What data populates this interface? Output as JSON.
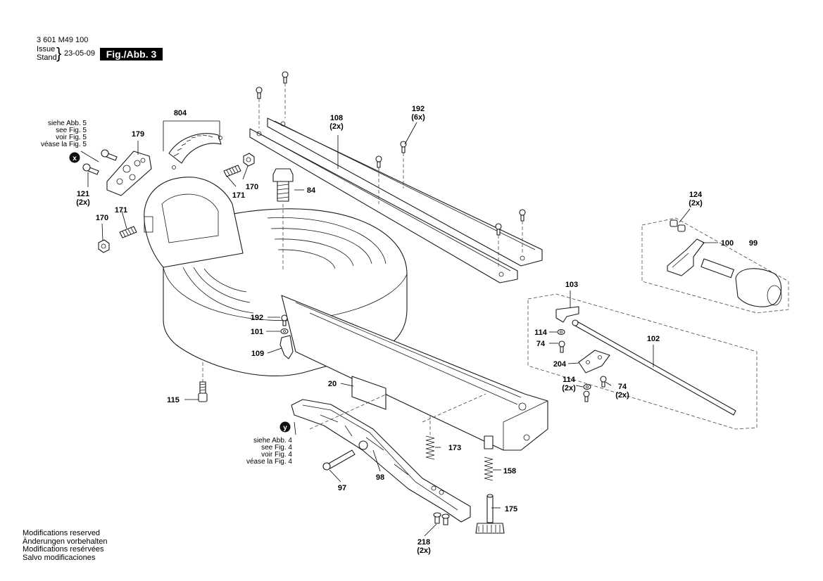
{
  "header": {
    "part_number": "3 601 M49 100",
    "issue_label": "Issue",
    "stand_label": "Stand",
    "date": "23-05-09",
    "figure_label": "Fig./Abb. 3"
  },
  "footer": {
    "lines": [
      "Modifications reserved",
      "Änderungen vorbehalten",
      "Modifications resérvées",
      "Salvo modificaciones"
    ]
  },
  "callouts": {
    "x": {
      "marker": "x",
      "lines": [
        "siehe Abb. 5",
        "see Fig. 5",
        "voir Fig. 5",
        "véase la Fig. 5"
      ]
    },
    "y": {
      "marker": "y",
      "lines": [
        "siehe Abb. 4",
        "see Fig. 4",
        "voir Fig. 4",
        "véase la Fig. 4"
      ]
    }
  },
  "parts": {
    "p804": "804",
    "p179": "179",
    "p108": "108",
    "p108q": "(2x)",
    "p192a": "192",
    "p192aq": "(6x)",
    "p121": "121",
    "p121q": "(2x)",
    "p171a": "171",
    "p170a": "170",
    "p84": "84",
    "p171b": "171",
    "p170b": "170",
    "p124": "124",
    "p124q": "(2x)",
    "p100": "100",
    "p99": "99",
    "p103": "103",
    "p192b": "192",
    "p101": "101",
    "p109": "109",
    "p114a": "114",
    "p74a": "74",
    "p102": "102",
    "p204": "204",
    "p114b": "114",
    "p114bq": "(2x)",
    "p74b": "74",
    "p74bq": "(2x)",
    "p20": "20",
    "p115": "115",
    "p173": "173",
    "p158": "158",
    "p97": "97",
    "p98": "98",
    "p175": "175",
    "p218": "218",
    "p218q": "(2x)"
  },
  "colors": {
    "line": "#000000",
    "background": "#ffffff",
    "header_box": "#000000"
  }
}
